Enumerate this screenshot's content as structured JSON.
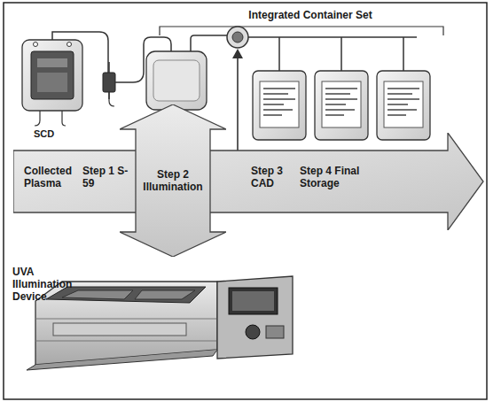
{
  "diagram": {
    "nodes": [
      {
        "text": [
          "Collected Plasma",
          "Step 1 S-59",
          "Step 3 CAD",
          "Step 4 Final Storage"
        ]
      },
      {
        "text": [
          "Step 2 Illumination"
        ]
      }
    ],
    "labels": [
      "Integrated Container Set",
      "SCD",
      "UVA Illumination Device"
    ]
  }
}
